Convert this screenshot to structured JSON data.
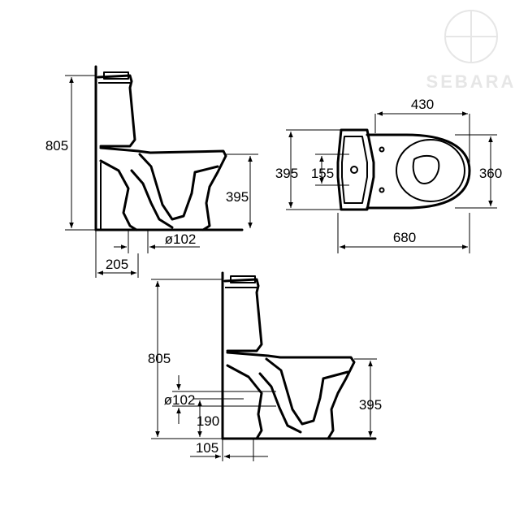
{
  "brand": {
    "watermark": "SEBARA"
  },
  "side_view_left": {
    "height_label": "805",
    "outlet_height_label": "395",
    "pipe_diameter_label": "ø102",
    "outlet_offset_label": "205"
  },
  "top_view": {
    "bowl_width_label": "430",
    "tank_width_label": "395",
    "inlet_spacing_label": "155",
    "seat_width_label": "360",
    "total_length_label": "680"
  },
  "side_view_bottom": {
    "height_label": "805",
    "pipe_diameter_label": "ø102",
    "outlet_center_label": "190",
    "outlet_height_label": "395",
    "wall_offset_label": "105"
  }
}
